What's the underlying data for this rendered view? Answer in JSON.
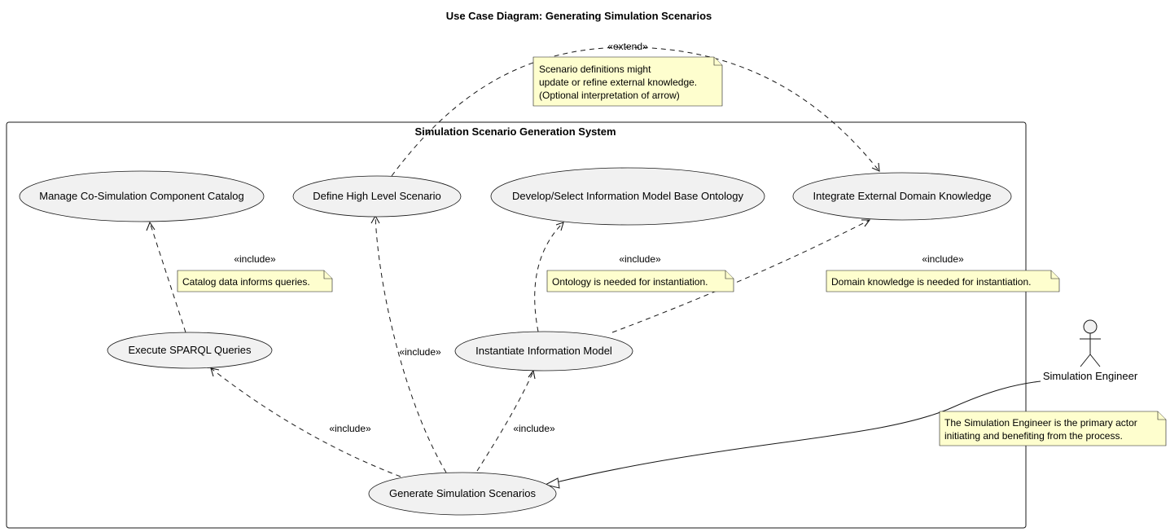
{
  "diagram": {
    "title": "Use Case Diagram: Generating Simulation Scenarios",
    "system_boundary": "Simulation Scenario Generation System",
    "actor": {
      "name": "Simulation Engineer"
    },
    "use_cases": {
      "catalog": "Manage Co-Simulation Component Catalog",
      "define": "Define High Level Scenario",
      "ontology": "Develop/Select Information Model Base Ontology",
      "integrate": "Integrate External Domain Knowledge",
      "sparql": "Execute SPARQL Queries",
      "instantiate": "Instantiate Information Model",
      "generate": "Generate Simulation Scenarios"
    },
    "relation_labels": {
      "extend": "«extend»",
      "include_catalog": "«include»",
      "include_define": "«include»",
      "include_ontology": "«include»",
      "include_integrate": "«include»",
      "include_sparql": "«include»",
      "include_instantiate": "«include»"
    },
    "notes": {
      "extend_note": [
        "Scenario definitions might",
        "update or refine external knowledge.",
        "(Optional interpretation of arrow)"
      ],
      "catalog_note": "Catalog data informs queries.",
      "ontology_note": "Ontology is needed for instantiation.",
      "domain_note": "Domain knowledge is needed for instantiation.",
      "actor_note": [
        "The Simulation Engineer is the primary actor",
        "initiating and benefiting from the process."
      ]
    }
  }
}
